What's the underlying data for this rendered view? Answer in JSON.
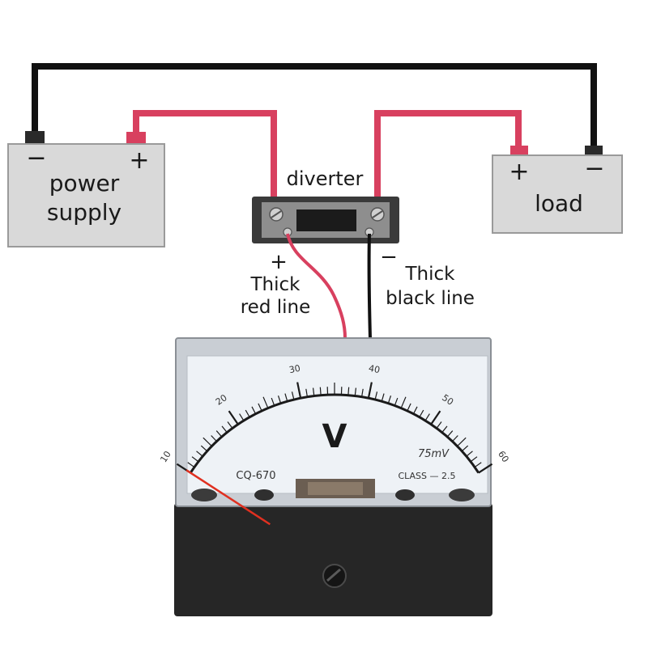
{
  "power_supply": {
    "label_line1": "power",
    "label_line2": "supply",
    "minus": "−",
    "plus": "+"
  },
  "load": {
    "label": "load",
    "plus": "+",
    "minus": "−"
  },
  "diverter": {
    "label": "diverter"
  },
  "wires": {
    "red": {
      "sign": "+",
      "label_line1": "Thick",
      "label_line2": "red line"
    },
    "black": {
      "sign": "−",
      "label_line1": "Thick",
      "label_line2": "black line"
    }
  },
  "meter": {
    "unit_symbol": "V",
    "model": "CQ-670",
    "range_note": "75mV",
    "accuracy_class": "CLASS — 2.5",
    "scale_labels": [
      "10",
      "20",
      "30",
      "40",
      "50",
      "60"
    ],
    "scale_min": 10,
    "scale_max": 60,
    "needle_value": 10
  },
  "colors": {
    "red_wire": "#d8405f",
    "black_wire": "#111111",
    "box_fill": "#d9d9d9",
    "terminal_plus": "#d8405f",
    "terminal_minus": "#2a2a2a",
    "meter_body": "#262626",
    "meter_face": "#eef2f6",
    "needle": "#e03020"
  }
}
